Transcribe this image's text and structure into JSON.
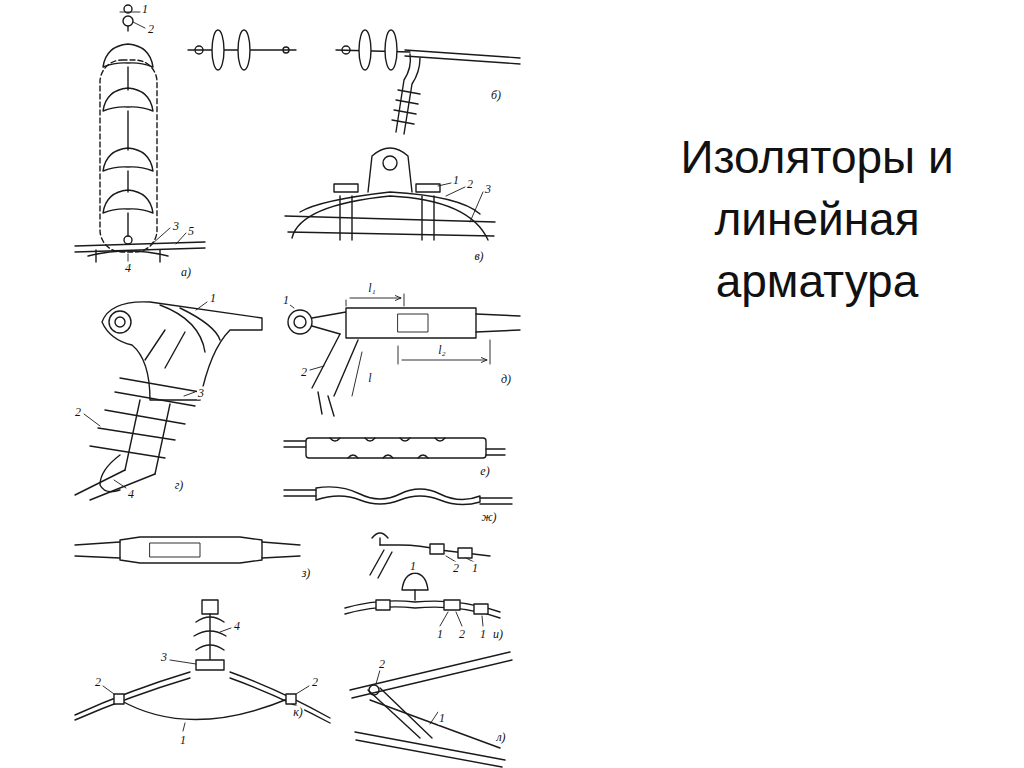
{
  "diagram": {
    "title": "Изоляторы и линейная арматура",
    "labels": [
      "1",
      "2",
      "3",
      "5",
      "4",
      "а)",
      "б)",
      "1",
      "2",
      "3",
      "в)",
      "1",
      "3",
      "2",
      "4",
      "г)",
      "1",
      "l₁",
      "l₂",
      "l",
      "2",
      "д)",
      "е)",
      "ж)",
      "з)",
      "1",
      "2",
      "1",
      "1",
      "2",
      "1",
      "и)",
      "4",
      "3",
      "2",
      "2",
      "1",
      "к)",
      "2",
      "1",
      "л)"
    ]
  }
}
